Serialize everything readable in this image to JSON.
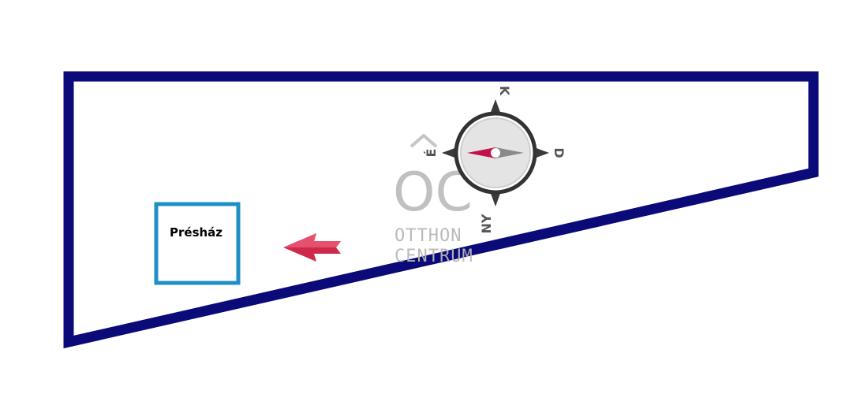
{
  "plot": {
    "outline_color": "#0a0a78",
    "building": {
      "label": "Présház",
      "outline_color": "#1e90c8"
    },
    "access_arrow": {
      "color": "#d0284a",
      "icon": "arrow-left-icon"
    }
  },
  "compass": {
    "north": "K",
    "east": "D",
    "south": "NY",
    "west": "É",
    "needle_color": "#c2124a",
    "ring_color": "#333333"
  },
  "watermark": {
    "logo_letters": "OC",
    "line1": "OTTHON",
    "line2": "CENTRUM",
    "color": "#b8b8b8"
  }
}
